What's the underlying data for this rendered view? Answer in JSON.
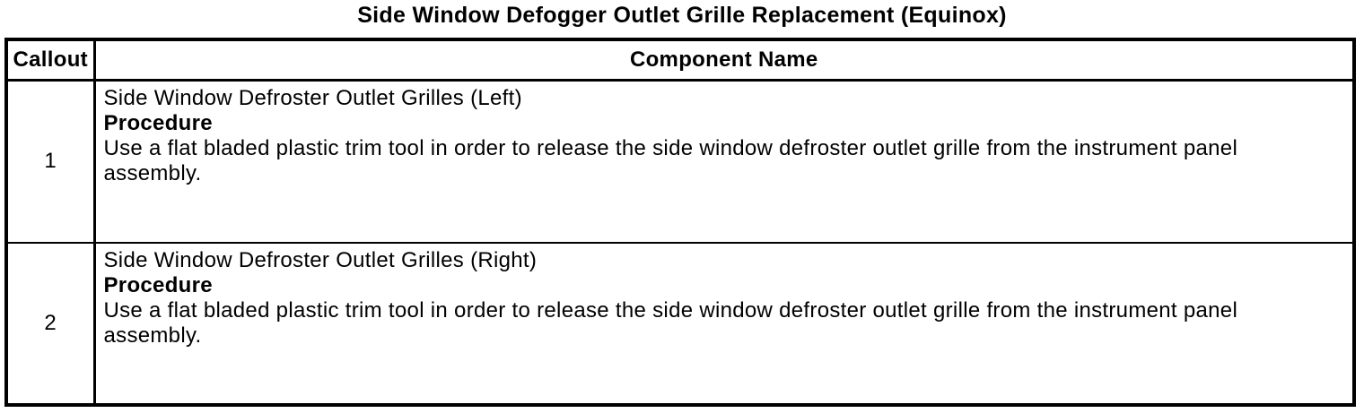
{
  "page": {
    "title": "Side Window Defogger Outlet Grille Replacement (Equinox)"
  },
  "table": {
    "headers": {
      "callout": "Callout",
      "component_name": "Component Name"
    },
    "rows": [
      {
        "callout": "1",
        "component_name": "Side Window Defroster Outlet Grilles (Left)",
        "procedure_heading": "Procedure",
        "procedure_text": "Use a flat bladed plastic trim tool in order to release the side window defroster outlet grille from the instrument panel assembly."
      },
      {
        "callout": "2",
        "component_name": "Side Window Defroster Outlet Grilles (Right)",
        "procedure_heading": "Procedure",
        "procedure_text": "Use a flat bladed plastic trim tool in order to release the side window defroster outlet grille from the instrument panel assembly."
      }
    ]
  }
}
